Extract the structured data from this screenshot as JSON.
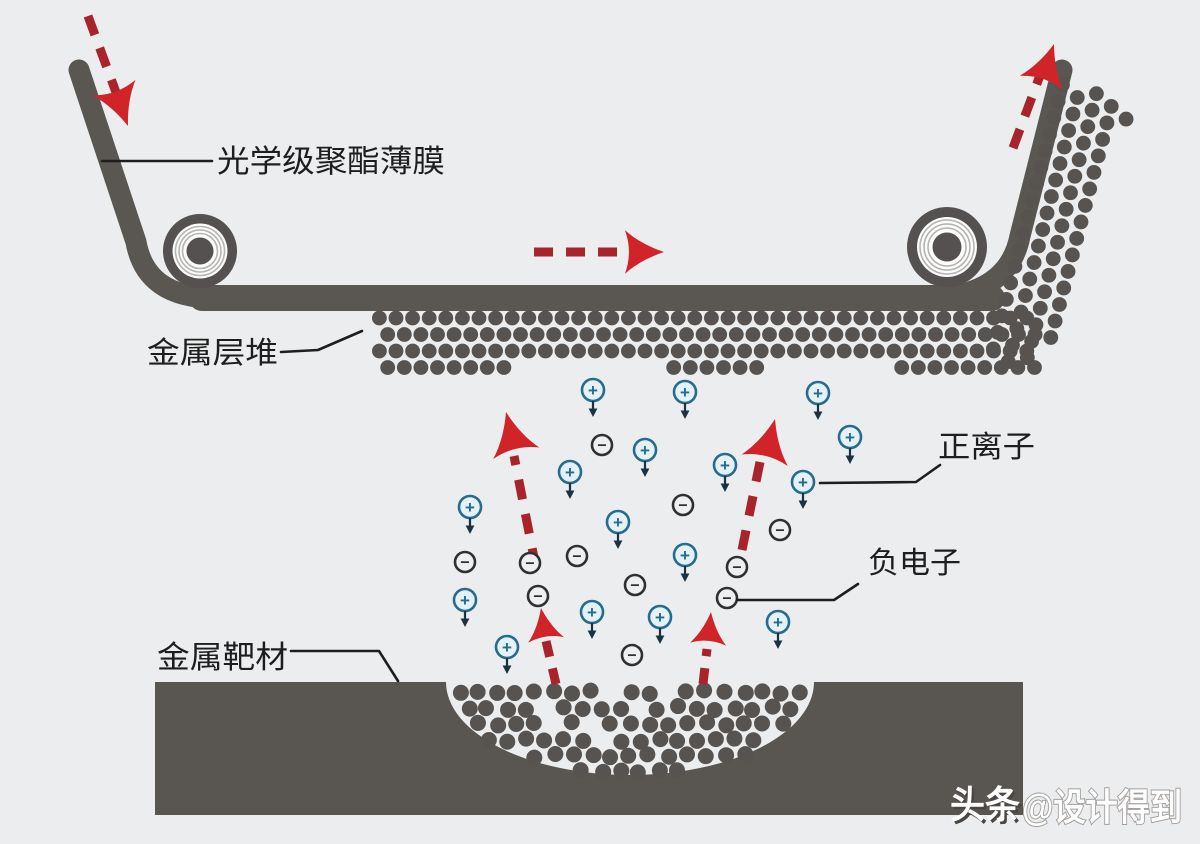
{
  "labels": {
    "film": "光学级聚酯薄膜",
    "metal_stack": "金属层堆",
    "positive_ion": "正离子",
    "negative_electron": "负电子",
    "target": "金属靶材"
  },
  "symbols": {
    "positive_ion": "+",
    "negative_electron": "−"
  },
  "ions": {
    "positive_count": 16,
    "negative_count": 11
  },
  "watermark": {
    "platform": "头条",
    "author": "@设计得到"
  },
  "colors": {
    "background": "#ebedee",
    "film_dark": "#5a5651",
    "dot_dark": "#565350",
    "target_dark": "#595550",
    "roller_dark": "#545150",
    "ring_gray": "#b5b4b2",
    "arrow_head_red": "#d02428",
    "arrow_dash_red": "#a8242a",
    "ion_blue_stroke": "#266c8c",
    "ion_blue_fill": "#e4f1f8",
    "ion_tail_dark": "#1b3340",
    "electron_dark": "#2e3134",
    "electron_fill": "#edeff0",
    "label_black": "#1e1e1e",
    "watermark_white": "#ffffff",
    "watermark_gray": "#a29f9c"
  }
}
